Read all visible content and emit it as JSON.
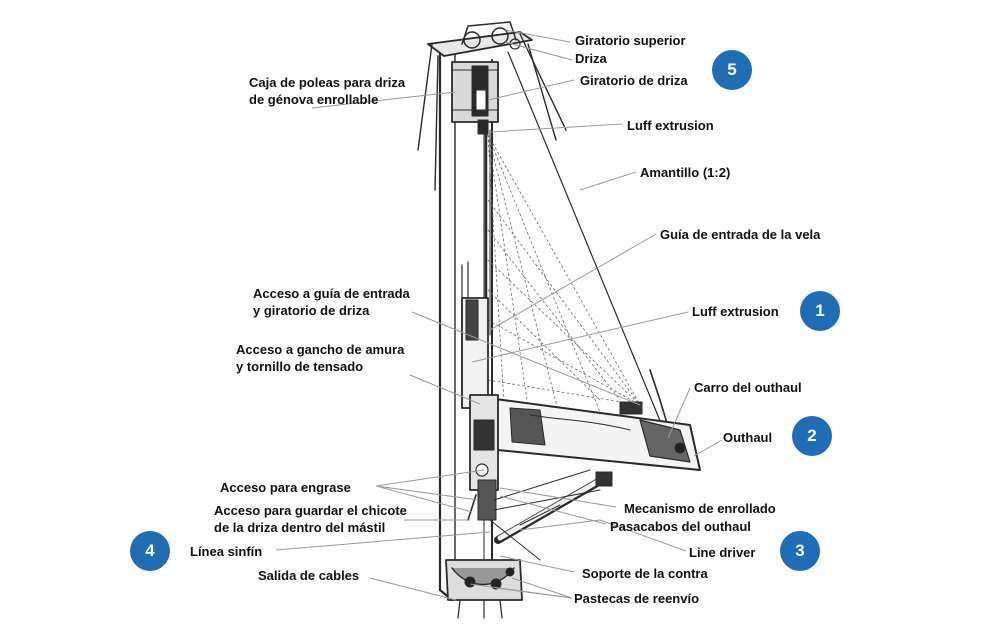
{
  "colors": {
    "badge": "#1f6db5",
    "leader": "#9a9a9a",
    "ink": "#2a2a2a"
  },
  "labels": {
    "giratorio_superior": "Giratorio superior",
    "driza": "Driza",
    "giratorio_de_driza": "Giratorio de driza",
    "caja_poleas_1": "Caja de poleas para driza",
    "caja_poleas_2": "de génova enrollable",
    "luff_extrusion_top": "Luff extrusion",
    "amantillo": "Amantillo (1:2)",
    "guia_entrada_vela": "Guía de entrada de la vela",
    "acceso_guia_1": "Acceso a guía de entrada",
    "acceso_guia_2": "y giratorio de driza",
    "luff_extrusion_mid": "Luff extrusion",
    "acceso_gancho_1": "Acceso a gancho de amura",
    "acceso_gancho_2": "y tornillo de tensado",
    "carro_outhaul": "Carro del outhaul",
    "outhaul": "Outhaul",
    "acceso_engrase": "Acceso para engrase",
    "mecanismo_enrollado": "Mecanismo de enrollado",
    "acceso_guardar_1": "Acceso para guardar el chicote",
    "acceso_guardar_2": "de la driza dentro del mástil",
    "pasacabos_outhaul": "Pasacabos del outhaul",
    "linea_sinfin": "Línea sinfín",
    "line_driver": "Line driver",
    "salida_cables": "Salida de cables",
    "soporte_contra": "Soporte de la contra",
    "pastecas_reenvio": "Pastecas de reenvío"
  },
  "badges": {
    "b1": "1",
    "b2": "2",
    "b3": "3",
    "b4": "4",
    "b5": "5"
  }
}
